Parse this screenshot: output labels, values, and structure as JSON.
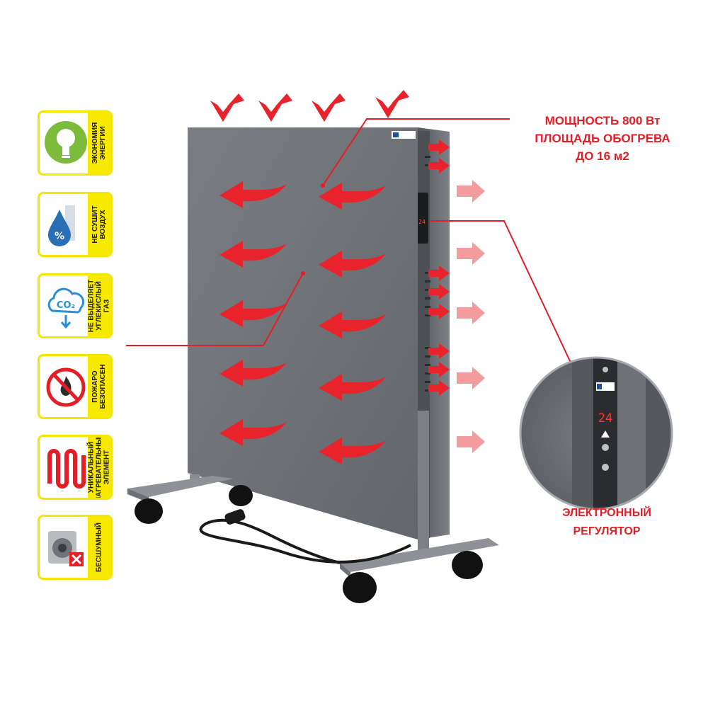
{
  "badges": [
    {
      "lines": [
        "ЭКОНОМИЯ",
        "ЭНЕРГИИ"
      ],
      "icon": "light-bulb-icon",
      "color": "#7dbb3c"
    },
    {
      "lines": [
        "НЕ СУШИТ",
        "ВОЗДУХ"
      ],
      "icon": "humidity-drop-icon",
      "color": "#2a6fb5"
    },
    {
      "lines": [
        "НЕ ВЫДЕЛЯЕТ",
        "УГЛЕКИСЛЫЙ",
        "ГАЗ"
      ],
      "icon": "co2-cloud-icon",
      "color": "#2a8fd8"
    },
    {
      "lines": [
        "ПОЖАРО",
        "БЕЗОПАСЕН"
      ],
      "icon": "no-fire-icon",
      "color": "#e41e26"
    },
    {
      "lines": [
        "УНИКАЛЬНЫЙ",
        "НАГРЕВАТЕЛЬНЫЙ",
        "ЭЛЕМЕНТ"
      ],
      "icon": "heating-element-icon",
      "color": "#e41e26"
    },
    {
      "lines": [
        "БЕСШУМНЫЙ"
      ],
      "icon": "muted-speaker-icon",
      "color": "#888888"
    }
  ],
  "callouts": {
    "power": [
      "МОЩНОСТЬ 800 Вт",
      "ПЛОЩАДЬ ОБОГРЕВА",
      "ДО 16 м2"
    ],
    "regulator": [
      "ЭЛЕКТРОННЫЙ",
      "РЕГУЛЯТОР"
    ]
  },
  "display": {
    "temperature": "24"
  },
  "colors": {
    "accent": "#e41e26",
    "panel": "#6b6f74",
    "badge_border": "#f3e600"
  }
}
